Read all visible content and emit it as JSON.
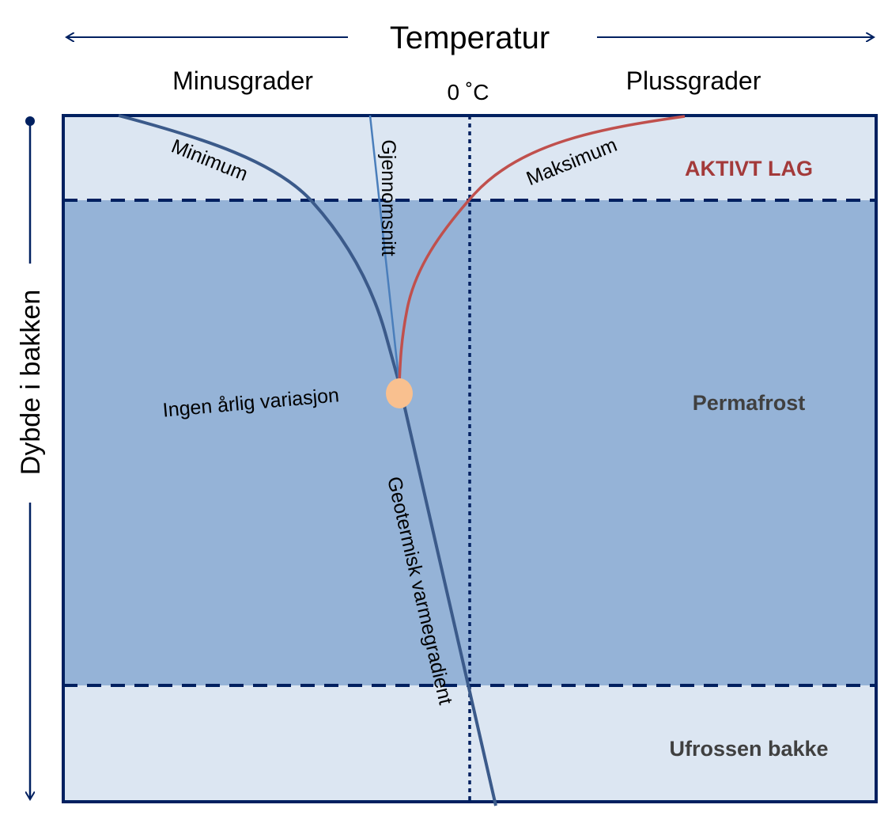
{
  "axis": {
    "temperature_label": "Temperatur",
    "minus_label": "Minusgrader",
    "zero_label": "0 ˚C",
    "plus_label": "Plussgrader",
    "depth_label": "Dybde i bakken"
  },
  "curves": {
    "minimum": "Minimum",
    "average": "Gjennomsnitt",
    "maximum": "Maksimum",
    "geothermal": "Geotermisk varmegradient",
    "no_variation": "Ingen årlig variasjon"
  },
  "zones": {
    "active_layer": "AKTIVT LAG",
    "permafrost": "Permafrost",
    "unfrozen": "Ufrossen bakke"
  },
  "colors": {
    "light_zone": "#dce6f2",
    "permafrost_zone": "#95b3d7",
    "frame": "#002060",
    "minimum": "#3b5a8a",
    "average": "#4a7ebb",
    "maximum": "#c0504d",
    "marker": "#f9c08f",
    "active_label": "#a33a3a",
    "zone_label": "#404040"
  }
}
